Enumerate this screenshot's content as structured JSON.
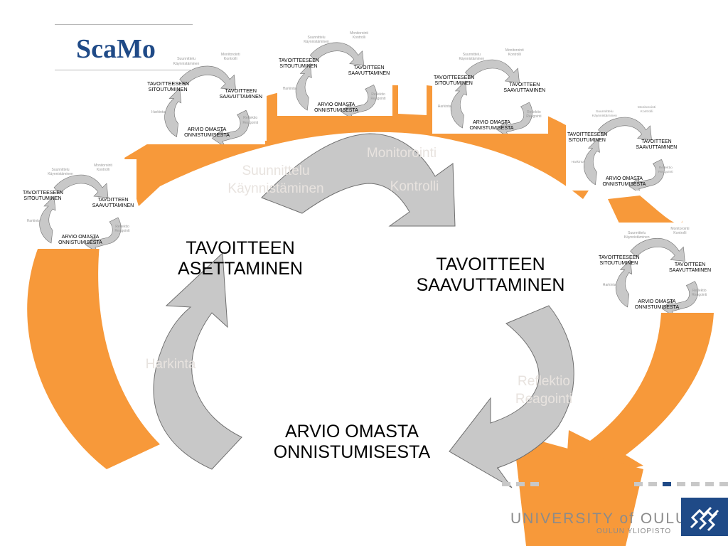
{
  "logo": {
    "text": "ScaMo"
  },
  "cycle": {
    "stage_set": "TAVOITTEEN\nASETTAMINEN",
    "stage_reach": "TAVOITTEEN\nSAAVUTTAMINEN",
    "stage_eval": "ARVIO OMASTA\nONNISTUMISESTA",
    "phase_plan": "Suunnittelu\nKäynnistäminen",
    "phase_monitor": "Monitorointi",
    "phase_control": "Kontrolli",
    "phase_reflect": "Reflektio\nReagointi",
    "phase_consider": "Harkinta"
  },
  "mini": {
    "commit": "TAVOITTEESEEN\nSITOUTUMINEN",
    "reach": "TAVOITTEEN\nSAAVUTTAMINEN",
    "eval": "ARVIO OMASTA\nONNISTUMISESTA",
    "plan": "Suunnittelu\nKäynnistäminen",
    "monitor": "Monitorointi\nKontrolli",
    "reflect": "Reflektio\nReagointi",
    "consider": "Harkinta"
  },
  "university": {
    "name": "UNIVERSITY of OULU",
    "subname": "OULUN YLIOPISTO"
  },
  "colors": {
    "orange": "#f7993a",
    "arrow_gray": "#c8c8c8",
    "arrow_stroke": "#6f6f6f",
    "brand_blue": "#1f4a87"
  }
}
